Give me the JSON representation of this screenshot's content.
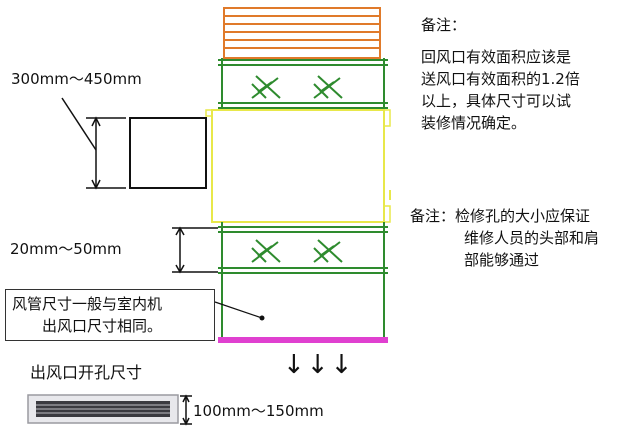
{
  "labels": {
    "dim_top": "300mm～450mm",
    "dim_mid": "20mm～50mm",
    "dim_bottom": "100mm～150mm",
    "outlet_title": "出风口开孔尺寸",
    "duct_note_line1": "风管尺寸一般与室内机",
    "duct_note_line2": "出风口尺寸相同。"
  },
  "note1": {
    "heading": "备注：",
    "lines": [
      "回风口有效面积应该是",
      "送风口有效面积的1.2倍",
      "以上，具体尺寸可以试",
      "装修情况确定。"
    ]
  },
  "note2": {
    "prefix": "备注：",
    "lines": [
      "检修孔的大小应保证",
      "维修人员的头部和肩",
      "部能够通过"
    ]
  },
  "arrows": "↓↓↓",
  "colors": {
    "orange": "#e07a2a",
    "green": "#2e8b2e",
    "yellow": "#e8e84a",
    "magenta": "#e040d0",
    "line": "#111111"
  }
}
